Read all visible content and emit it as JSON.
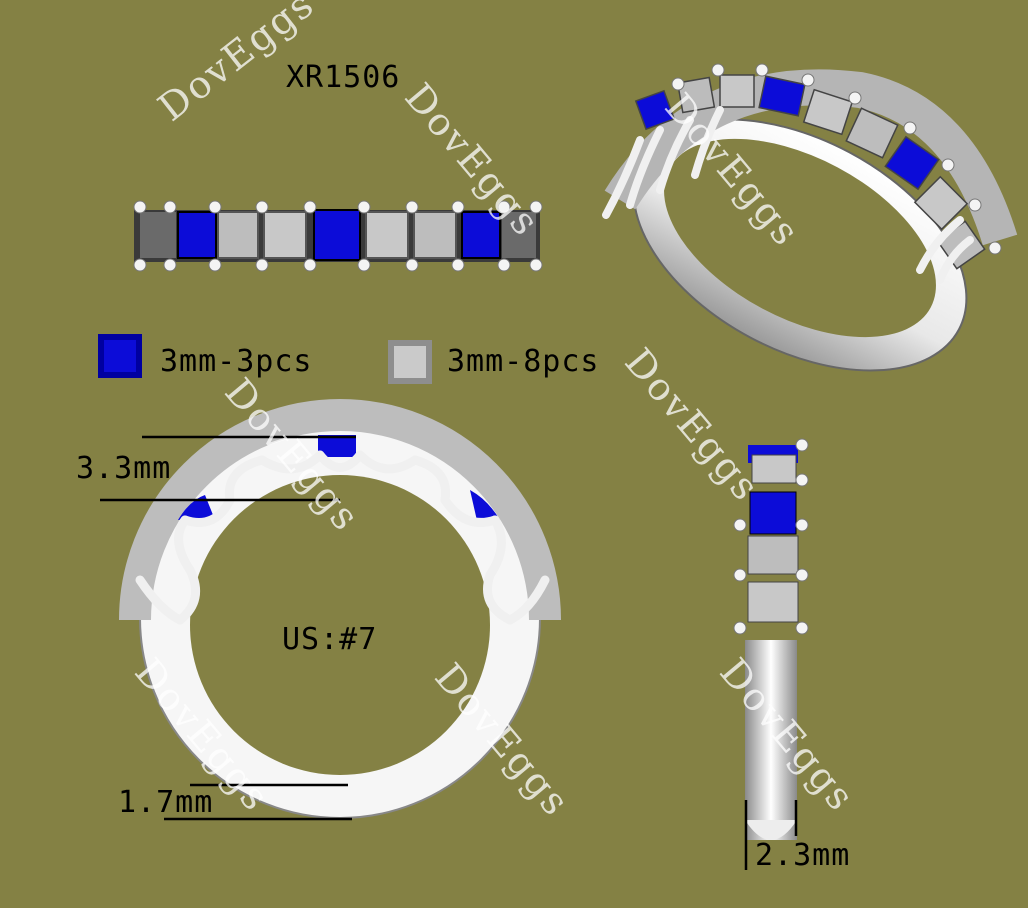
{
  "model_code": "XR1506",
  "legend": {
    "blue_label": "3mm-3pcs",
    "gray_label": "3mm-8pcs",
    "blue_color": "#0c0cd8",
    "gray_color": "#cacaca"
  },
  "dimensions": {
    "height": "3.3mm",
    "width": "1.7mm",
    "side": "2.3mm"
  },
  "ring_size": "US:#7",
  "watermark": "DovEggs",
  "colors": {
    "background": "#848144",
    "metal": "#f2f2f2",
    "blue_stone": "#0c0cd8",
    "white_stone": "#c8c8c8"
  }
}
